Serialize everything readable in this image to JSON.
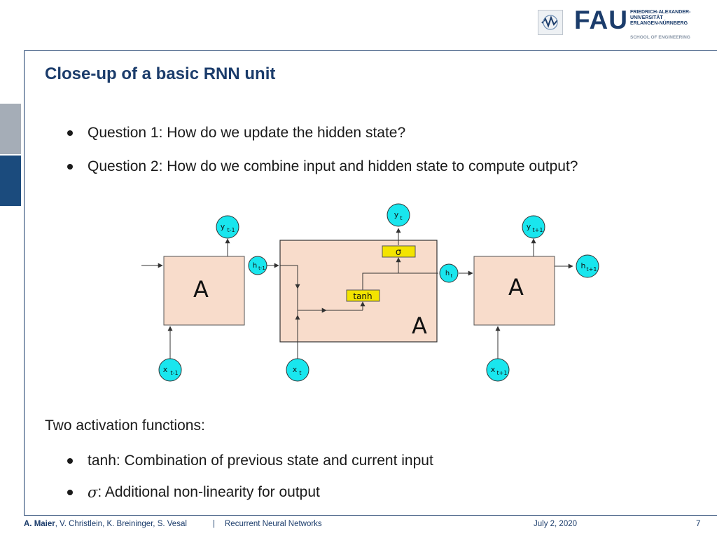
{
  "header": {
    "logo_word": "FAU",
    "university_lines": [
      "FRIEDRICH-ALEXANDER-",
      "UNIVERSITÄT",
      "ERLANGEN-NÜRNBERG"
    ],
    "school": "SCHOOL OF ENGINEERING"
  },
  "slide": {
    "title": "Close-up of a basic RNN unit",
    "bullets": [
      "Question 1: How do we update the hidden state?",
      "Question 2: How do we combine input and hidden state to compute output?"
    ],
    "section_label": "Two activation functions:",
    "activation_bullets": [
      {
        "symbol": "",
        "text": "tanh: Combination of previous state and current input"
      },
      {
        "symbol": "σ",
        "text": ": Additional non-linearity for output"
      }
    ]
  },
  "diagram": {
    "left_block": "A",
    "center_block": "A",
    "right_block": "A",
    "tanh_label": "tanh",
    "sigma_label": "σ",
    "nodes": {
      "y_prev": {
        "base": "y",
        "sub": "t-1"
      },
      "y_curr": {
        "base": "y",
        "sub": "t"
      },
      "y_next": {
        "base": "y",
        "sub": "t+1"
      },
      "h_prev": {
        "base": "h",
        "sub": "t-1"
      },
      "h_curr": {
        "base": "h",
        "sub": "t"
      },
      "h_next": {
        "base": "h",
        "sub": "t+1"
      },
      "x_prev": {
        "base": "x",
        "sub": "t-1"
      },
      "x_curr": {
        "base": "x",
        "sub": "t"
      },
      "x_next": {
        "base": "x",
        "sub": "t+1"
      }
    },
    "colors": {
      "block_fill": "#f8dccb",
      "node_fill": "#19e6ee",
      "gate_fill": "#f3e400"
    }
  },
  "footer": {
    "author_main": "A. Maier",
    "authors_rest": ", V. Christlein, K. Breininger, S. Vesal",
    "separator": "|",
    "course": "Recurrent Neural Networks",
    "date": "July 2, 2020",
    "page": "7"
  }
}
